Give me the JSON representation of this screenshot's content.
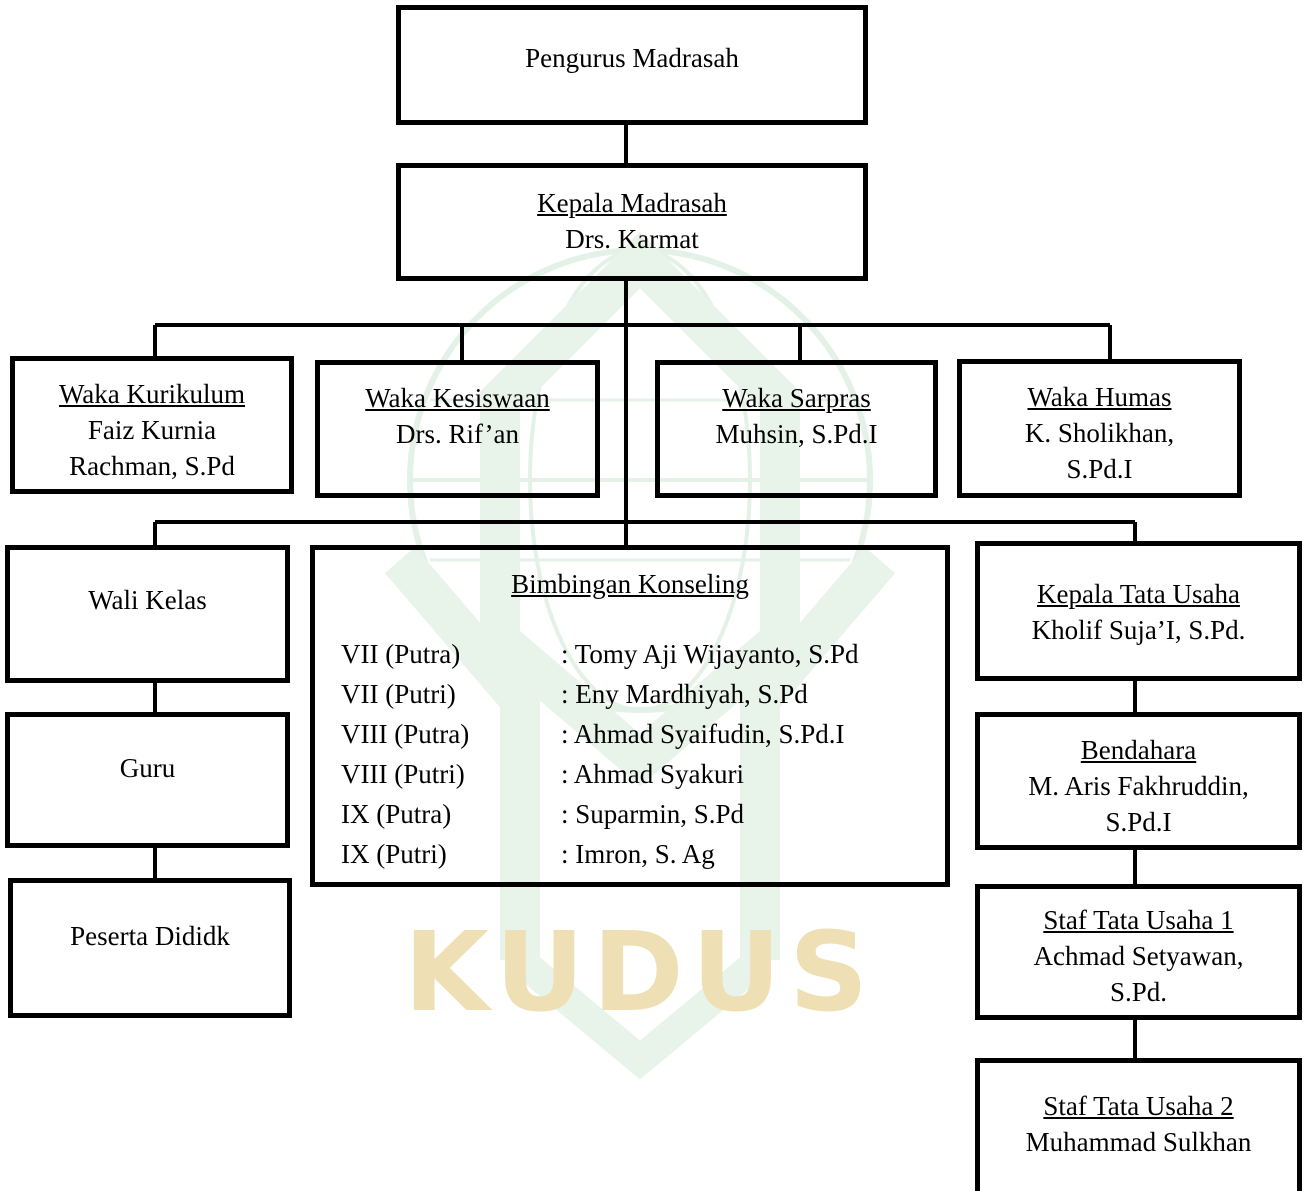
{
  "org": {
    "pengurus": {
      "title": "Pengurus Madrasah"
    },
    "kepala": {
      "title": "Kepala Madrasah",
      "name": "Drs. Karmat"
    },
    "waka": [
      {
        "title": "Waka Kurikulum",
        "name_1": "Faiz Kurnia",
        "name_2": "Rachman, S.Pd"
      },
      {
        "title": "Waka Kesiswaan",
        "name_1": "Drs. Rif’an"
      },
      {
        "title": "Waka Sarpras",
        "name_1": "Muhsin, S.Pd.I"
      },
      {
        "title": "Waka Humas",
        "name_1": "K. Sholikhan,",
        "name_2": "S.Pd.I"
      }
    ],
    "wali_kelas": {
      "title": "Wali Kelas"
    },
    "guru": {
      "title": "Guru"
    },
    "peserta": {
      "title": "Peserta Dididk"
    },
    "bk": {
      "title": "Bimbingan Konseling",
      "rows": [
        {
          "class": "VII (Putra)",
          "person": ": Tomy Aji Wijayanto, S.Pd"
        },
        {
          "class": "VII (Putri)",
          "person": ": Eny Mardhiyah, S.Pd"
        },
        {
          "class": "VIII (Putra)",
          "person": ": Ahmad Syaifudin, S.Pd.I"
        },
        {
          "class": "VIII (Putri)",
          "person": ": Ahmad Syakuri"
        },
        {
          "class": "IX (Putra)",
          "person": ": Suparmin, S.Pd"
        },
        {
          "class": "IX (Putri)",
          "person": ": Imron, S. Ag"
        }
      ]
    },
    "tata_usaha": {
      "title": "Kepala Tata Usaha",
      "name": "Kholif Suja’I, S.Pd."
    },
    "bendahara": {
      "title": "Bendahara",
      "name_1": "M. Aris Fakhruddin,",
      "name_2": "S.Pd.I"
    },
    "staf1": {
      "title": "Staf Tata Usaha 1",
      "name_1": "Achmad Setyawan,",
      "name_2": "S.Pd."
    },
    "staf2": {
      "title": "Staf Tata Usaha 2",
      "name": "Muhammad Sulkhan"
    }
  },
  "watermark": {
    "text": "KUDUS",
    "color": "#e8d9a8",
    "shape_color": "#d6ead8"
  },
  "colors": {
    "line": "#000000",
    "border": "#000000"
  }
}
